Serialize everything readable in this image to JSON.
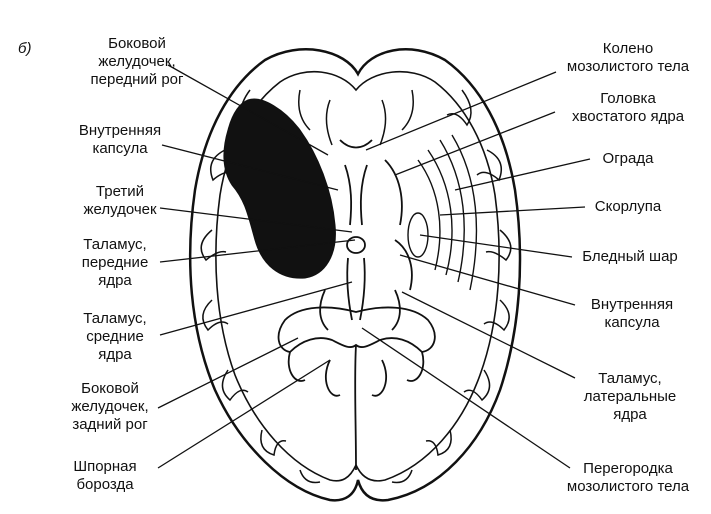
{
  "panel_label": "б)",
  "labels_left": [
    {
      "id": "lv-anterior",
      "text": "Боковой\nжелудочек,\nпередний рог"
    },
    {
      "id": "int-capsule-l",
      "text": "Внутренняя\nкапсула"
    },
    {
      "id": "third-ventricle",
      "text": "Третий\nжелудочек"
    },
    {
      "id": "thal-anterior",
      "text": "Таламус,\nпередние\nядра"
    },
    {
      "id": "thal-medial",
      "text": "Таламус,\nсредние\nядра"
    },
    {
      "id": "lv-posterior",
      "text": "Боковой\nжелудочек,\nзадний рог"
    },
    {
      "id": "calcarine",
      "text": "Шпорная\nборозда"
    }
  ],
  "labels_right": [
    {
      "id": "genu",
      "text": "Колено\nмозолистого тела"
    },
    {
      "id": "caudate-head",
      "text": "Головка\nхвостатого ядра"
    },
    {
      "id": "claustrum",
      "text": "Ограда"
    },
    {
      "id": "putamen",
      "text": "Скорлупа"
    },
    {
      "id": "pallidus",
      "text": "Бледный шар"
    },
    {
      "id": "int-capsule-r",
      "text": "Внутренняя\nкапсула"
    },
    {
      "id": "thal-lateral",
      "text": "Таламус,\nлатеральные\nядра"
    },
    {
      "id": "septum",
      "text": "Перегородка\nмозолистого тела"
    }
  ]
}
